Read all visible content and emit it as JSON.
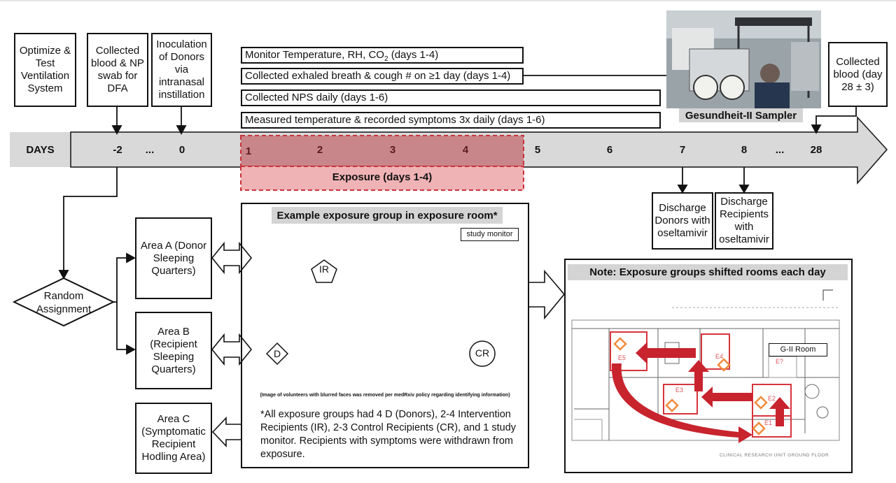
{
  "top_boxes": {
    "optimize": "Optimize & Test Ventilation System",
    "collected_blood_np": "Collected blood & NP swab for DFA",
    "inoculation": "Inoculation of Donors via intranasal instillation",
    "collected_blood_day28": "Collected blood (day 28 ± 3)"
  },
  "monitor_boxes": {
    "m1_text": "Monitor Temperature, RH, CO",
    "m1_sub": "2",
    "m1_tail": " (days 1-4)",
    "m2": "Collected exhaled breath & cough # on ≥1 day (days 1-4)",
    "m3": "Collected NPS daily (days 1-6)",
    "m4": "Measured temperature & recorded symptoms 3x daily (days 1-6)"
  },
  "sampler_label": "Gesundheit-II Sampler",
  "timeline": {
    "label": "DAYS",
    "days": [
      "-2",
      "...",
      "0",
      "1",
      "2",
      "3",
      "4",
      "5",
      "6",
      "7",
      "8",
      "...",
      "28"
    ],
    "exposure_label": "Exposure (days 1-4)"
  },
  "discharge": {
    "donors": "Discharge Donors with oseltamivir",
    "recipients": "Discharge Recipients with oseltamivir"
  },
  "random_assignment": "Random Assignment",
  "areas": {
    "a": "Area A (Donor Sleeping Quarters)",
    "b": "Area B (Recipient Sleeping Quarters)",
    "c": "Area C (Symptomatic Recipient Hodling Area)"
  },
  "exposure_room": {
    "title": "Example exposure group in exposure room*",
    "study_monitor": "study monitor",
    "ir": "IR",
    "d": "D",
    "cr": "CR",
    "removed_note": "(Image of volunteers with blurred faces was removed per medRxiv policy regarding identifying information)",
    "footnote": "*All exposure groups had 4 D (Donors), 2-4 Intervention Recipients (IR), 2-3 Control Recipients (CR), and 1 study monitor. Recipients with symptoms were withdrawn from exposure."
  },
  "floorplan": {
    "title": "Note: Exposure groups shifted rooms each day",
    "gii_room": "G-II Room",
    "rooms": [
      "E5",
      "E4",
      "E3",
      "E2",
      "E1",
      "E?"
    ],
    "caption": "CLINICAL RESEARCH UNIT GROUND FLOOR"
  },
  "colors": {
    "exposure_fill": "#c9868a",
    "exposure_band": "#efb2b5",
    "exposure_border": "#c8323a",
    "timeline_grey": "#d9d9d9",
    "room_arrow": "#c8242e",
    "room_marker": "#f08a3c"
  }
}
